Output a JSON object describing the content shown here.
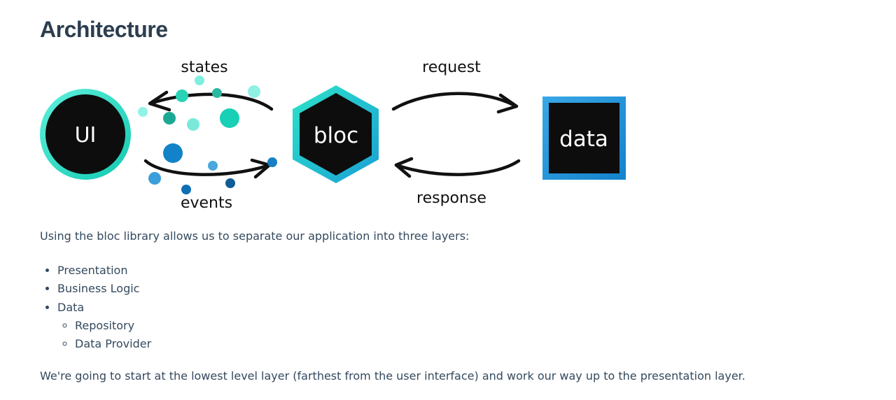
{
  "page": {
    "title": "Architecture"
  },
  "diagram": {
    "ui_label": "UI",
    "bloc_label": "bloc",
    "data_label": "data",
    "states_label": "states",
    "events_label": "events",
    "request_label": "request",
    "response_label": "response",
    "colors": {
      "teal": "#1fd8c0",
      "dark": "#0d0d0d",
      "blue": "#1e8fd8",
      "arrow": "#111111"
    }
  },
  "content": {
    "intro": "Using the bloc library allows us to separate our application into three layers:",
    "layers": [
      "Presentation",
      "Business Logic",
      "Data"
    ],
    "data_sublayers": [
      "Repository",
      "Data Provider"
    ],
    "outro": "We're going to start at the lowest level layer (farthest from the user interface) and work our way up to the presentation layer."
  }
}
